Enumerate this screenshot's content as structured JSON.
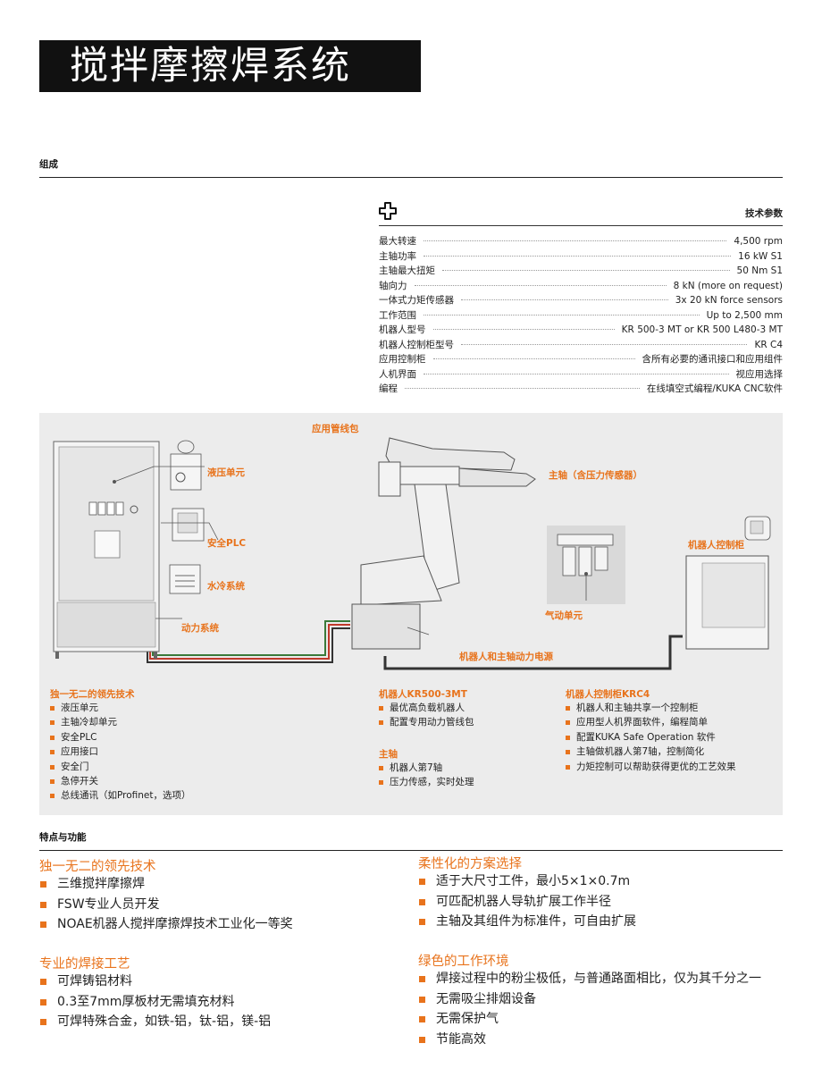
{
  "title": "搅拌摩擦焊系统",
  "sections": {
    "composition": "组成",
    "features": "特点与功能"
  },
  "specs": {
    "title": "技术参数",
    "icon": "plus-outline-icon",
    "rows": [
      {
        "label": "最大转速",
        "value": "4,500 rpm"
      },
      {
        "label": "主轴功率",
        "value": "16 kW S1"
      },
      {
        "label": "主轴最大扭矩",
        "value": "50 Nm S1"
      },
      {
        "label": "轴向力",
        "value": "8 kN (more on request)"
      },
      {
        "label": "一体式力矩传感器",
        "value": "3x 20 kN force sensors"
      },
      {
        "label": "工作范围",
        "value": "Up to 2,500 mm"
      },
      {
        "label": "机器人型号",
        "value": "KR 500-3 MT or KR 500 L480-3 MT"
      },
      {
        "label": "机器人控制柜型号",
        "value": "KR C4"
      },
      {
        "label": "应用控制柜",
        "value": "含所有必要的通讯接口和应用组件"
      },
      {
        "label": "人机界面",
        "value": "视应用选择"
      },
      {
        "label": "编程",
        "value": "在线填空式编程/KUKA CNC软件"
      }
    ]
  },
  "diagram": {
    "labels": {
      "hydraulic": "液压单元",
      "safety_plc": "安全PLC",
      "water_cooling": "水冷系统",
      "power_system": "动力系统",
      "dress_pack": "应用管线包",
      "spindle": "主轴（含压力传感器）",
      "pneumatic": "气动单元",
      "robot_controller": "机器人控制柜",
      "robot_spindle_power": "机器人和主轴动力电源"
    },
    "columns": [
      {
        "groups": [
          {
            "title": "独一无二的领先技术",
            "items": [
              "液压单元",
              "主轴冷却单元",
              "安全PLC",
              "应用接口",
              "安全门",
              "急停开关",
              "总线通讯（如Profinet，选项）"
            ]
          }
        ]
      },
      {
        "groups": [
          {
            "title": "机器人KR500-3MT",
            "items": [
              "最优高负载机器人",
              "配置专用动力管线包"
            ]
          },
          {
            "title": "主轴",
            "items": [
              "机器人第7轴",
              "压力传感，实时处理"
            ]
          }
        ]
      },
      {
        "groups": [
          {
            "title": "机器人控制柜KRC4",
            "items": [
              "机器人和主轴共享一个控制柜",
              "应用型人机界面软件，编程简单",
              "配置KUKA Safe Operation 软件",
              "主轴做机器人第7轴，控制简化",
              "力矩控制可以帮助获得更优的工艺效果"
            ]
          }
        ]
      }
    ]
  },
  "features": {
    "left": [
      {
        "title": "独一无二的领先技术",
        "items": [
          "三维搅拌摩擦焊",
          "FSW专业人员开发",
          "NOAE机器人搅拌摩擦焊技术工业化一等奖"
        ]
      },
      {
        "title": "专业的焊接工艺",
        "items": [
          "可焊铸铝材料",
          "0.3至7mm厚板材无需填充材料",
          "可焊特殊合金，如铁-铝，钛-铝，镁-铝"
        ]
      }
    ],
    "right": [
      {
        "title": "柔性化的方案选择",
        "items": [
          "适于大尺寸工件，最小5×1×0.7m",
          "可匹配机器人导轨扩展工作半径",
          "主轴及其组件为标准件，可自由扩展"
        ]
      },
      {
        "title": "绿色的工作环境",
        "items": [
          "焊接过程中的粉尘极低，与普通路面相比，仅为其千分之一",
          "无需吸尘排烟设备",
          "无需保护气",
          "节能高效"
        ]
      }
    ]
  },
  "colors": {
    "accent": "#e8731c",
    "title_bar": "#111111",
    "panel": "#ececec"
  }
}
